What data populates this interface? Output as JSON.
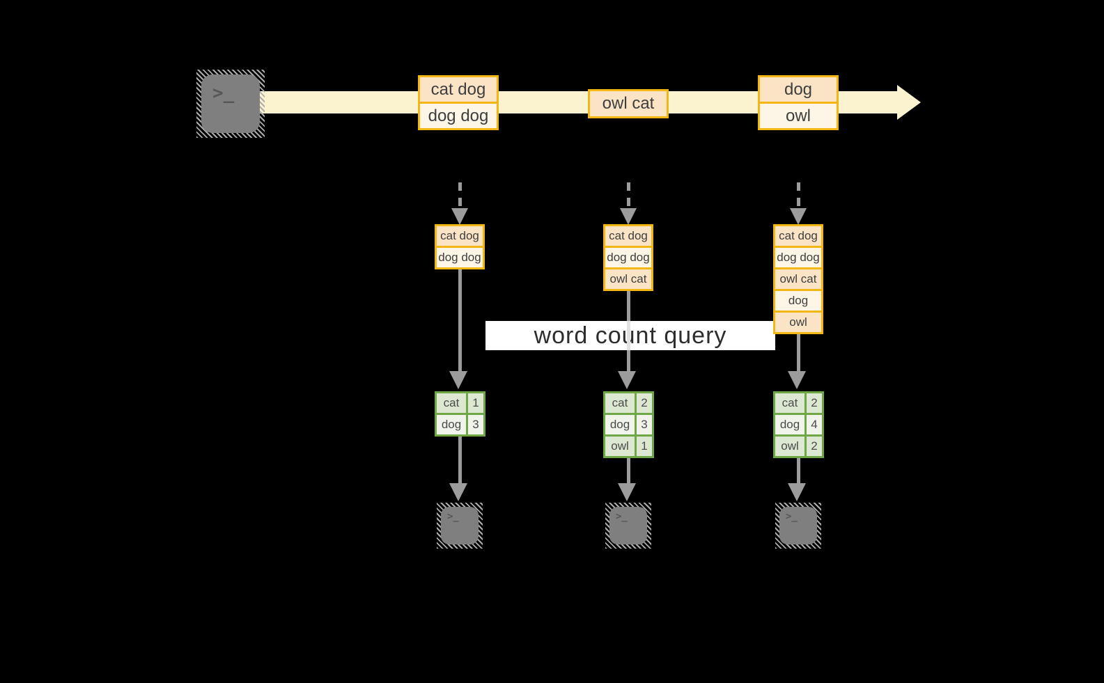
{
  "palette": {
    "gold_border": "#F2B715",
    "peach_fill": "#FAE4C5",
    "cream_fill": "#FDF6E7",
    "stream_arrow_fill": "#FBF2D0",
    "green_border": "#6FA746",
    "green_row_dark": "#DDE8D2",
    "green_row_light": "#F0F4EB",
    "arrow_gray": "#9C9C9C",
    "terminal_gray": "#7F7F7F"
  },
  "terminal": {
    "prompt_glyph": ">_"
  },
  "stream": {
    "batches": [
      {
        "messages": [
          "cat dog",
          "dog dog"
        ]
      },
      {
        "messages": [
          "owl cat"
        ]
      },
      {
        "messages": [
          "dog",
          "owl"
        ]
      }
    ]
  },
  "query": {
    "label": "word count query"
  },
  "columns": [
    {
      "buffer": [
        "cat dog",
        "dog dog"
      ],
      "counts": [
        {
          "word": "cat",
          "count": "1"
        },
        {
          "word": "dog",
          "count": "3"
        }
      ]
    },
    {
      "buffer": [
        "cat dog",
        "dog dog",
        "owl cat"
      ],
      "counts": [
        {
          "word": "cat",
          "count": "2"
        },
        {
          "word": "dog",
          "count": "3"
        },
        {
          "word": "owl",
          "count": "1"
        }
      ]
    },
    {
      "buffer": [
        "cat dog",
        "dog dog",
        "owl cat",
        "dog",
        "owl"
      ],
      "counts": [
        {
          "word": "cat",
          "count": "2"
        },
        {
          "word": "dog",
          "count": "4"
        },
        {
          "word": "owl",
          "count": "2"
        }
      ]
    }
  ]
}
